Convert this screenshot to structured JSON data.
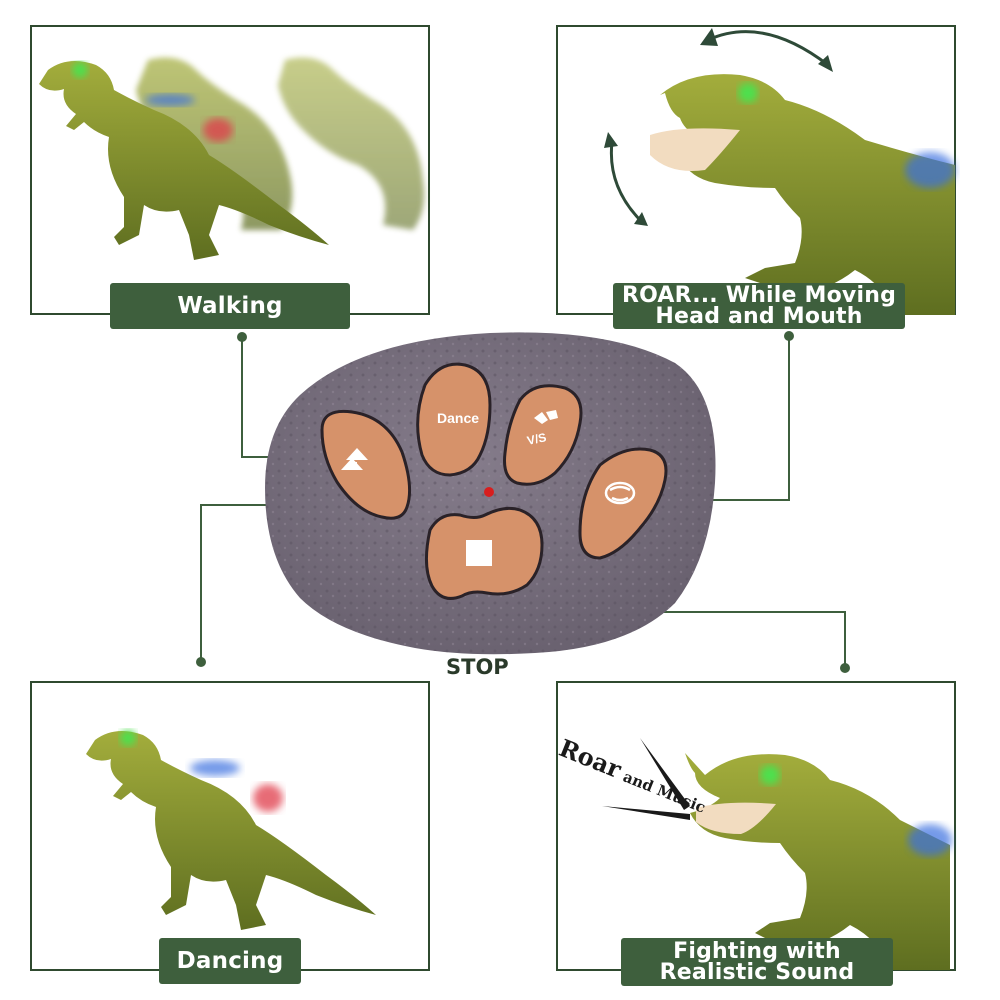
{
  "panels": {
    "walking": {
      "label": "Walking"
    },
    "roar_moving": {
      "label_line1": "ROAR... While Moving",
      "label_line2": "Head and Mouth"
    },
    "dancing": {
      "label": "Dancing"
    },
    "fighting": {
      "label_line1": "Fighting with",
      "label_line2": "Realistic Sound"
    }
  },
  "remote": {
    "dance_button_label": "Dance",
    "vs_button_label": "V/S",
    "stop_label": "STOP"
  },
  "roar_callout": {
    "big": "Roar",
    "small": "and Music"
  },
  "colors": {
    "panel_border": "#2f4a2f",
    "label_bg": "#3e5f3d",
    "wire": "#3e5f3d",
    "remote_body": "#7a7280",
    "button_fill": "#d6926a",
    "dino_green": "#7d8f2c"
  }
}
